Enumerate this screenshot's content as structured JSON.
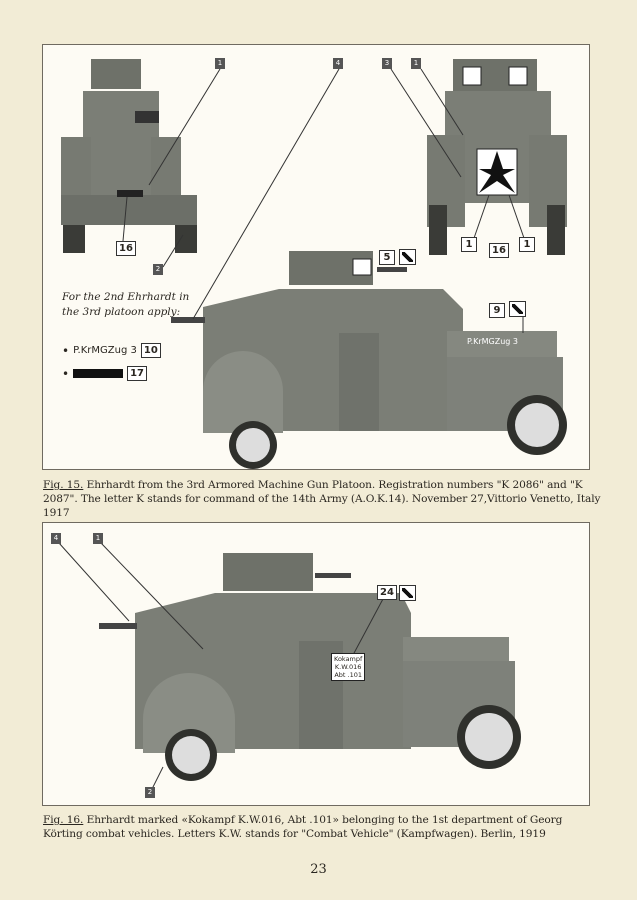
{
  "figure1": {
    "callouts_top": [
      "1",
      "4",
      "3",
      "1"
    ],
    "callouts_bottom": [
      "16",
      "2",
      "1",
      "16",
      "1"
    ],
    "callout_side_5": "5",
    "callout_side_9": "9",
    "plate_text": "P.KrMGZug 3",
    "note_text": "For the 2nd Ehrhardt in the 3rd platoon apply:",
    "apply_line1_text": "P.KrMGZug 3",
    "apply_line1_num": "10",
    "apply_line2_num": "17",
    "caption_ref": "Fig. 15.",
    "caption_text": " Ehrhardt from the 3rd Armored Machine Gun Platoon. Registration numbers \"K 2086\" and \"K 2087\". The letter K stands for command of the 14th Army (A.O.K.14). November 27,Vittorio Venetto, Italy 1917"
  },
  "figure2": {
    "callout_4": "4",
    "callout_1": "1",
    "callout_24": "24",
    "callout_2": "2",
    "marking_line1": "Kokampf",
    "marking_line2": "K.W.016",
    "marking_line3": "Abt .101",
    "caption_ref": "Fig. 16.",
    "caption_text": " Ehrhardt marked «Kokampf K.W.016, Abt .101» belonging to the 1st department of Georg Körting combat vehicles. Letters K.W. stands for \"Combat Vehicle\" (Kampfwagen). Berlin, 1919"
  },
  "page_number": "23",
  "colors": {
    "vehicle_grey": "#7b7e76",
    "vehicle_dark": "#585b54",
    "page_bg": "#f2ecd6"
  }
}
